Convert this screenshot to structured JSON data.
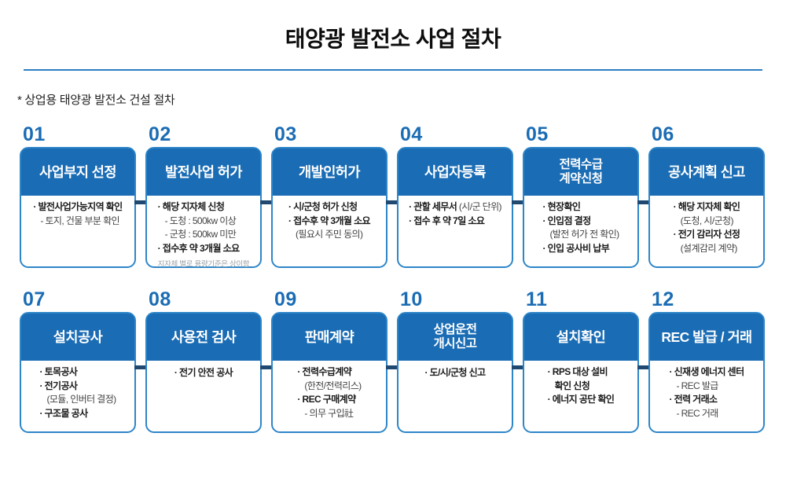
{
  "title": "태양광 발전소 사업 절차",
  "subtitle": "* 상업용 태양광 발전소 건설 절차",
  "colors": {
    "primary": "#1A6CB4",
    "border": "#2E86C8",
    "connector": "#1F4971",
    "underline": "#2E7FC1",
    "note": "#9AA0A6"
  },
  "steps": [
    {
      "num": "01",
      "title": "사업부지 선정",
      "lines": [
        {
          "t": "· 발전사업가능지역 확인",
          "s": "bold"
        },
        {
          "t": "- 토지, 건물 부분 확인",
          "s": "normal",
          "ind": 1
        }
      ]
    },
    {
      "num": "02",
      "title": "발전사업 허가",
      "lines": [
        {
          "t": "· 해당 지자체 신청",
          "s": "bold"
        },
        {
          "t": "- 도청 : 500kw 이상",
          "s": "normal",
          "ind": 1
        },
        {
          "t": "- 군청 : 500kw 미만",
          "s": "normal",
          "ind": 1
        },
        {
          "t": "· 접수후 약 3개월 소요",
          "s": "bold"
        },
        {
          "t": "지자체 별로 용량기준은 상이함",
          "s": "note"
        }
      ]
    },
    {
      "num": "03",
      "title": "개발인허가",
      "lines": [
        {
          "t": "· 시/군청 허가 신청",
          "s": "bold"
        },
        {
          "t": "· 접수후 약 3개월 소요",
          "s": "bold"
        },
        {
          "t": "(필요시 주민 동의)",
          "s": "normal",
          "ind": 1
        }
      ]
    },
    {
      "num": "04",
      "title": "사업자등록",
      "lines": [
        {
          "t": "· 관할 세무서 ",
          "tail": "(시/군 단위)",
          "s": "bold"
        },
        {
          "t": "· 접수 후 약 7일 소요",
          "s": "bold"
        }
      ]
    },
    {
      "num": "05",
      "title": "전력수급\n계약신청",
      "lines": [
        {
          "t": "· 현장확인",
          "s": "bold"
        },
        {
          "t": "· 인입점 결정",
          "s": "bold"
        },
        {
          "t": "(발전 허가 전 확인)",
          "s": "normal",
          "ind": 1
        },
        {
          "t": "· 인입 공사비 납부",
          "s": "bold"
        }
      ]
    },
    {
      "num": "06",
      "title": "공사계획 신고",
      "lines": [
        {
          "t": "· 해당 지자체 확인",
          "s": "bold"
        },
        {
          "t": "(도청, 시/군청)",
          "s": "normal",
          "ind": 1
        },
        {
          "t": "· 전기 감리자 선정",
          "s": "bold"
        },
        {
          "t": "(설계감리 계약)",
          "s": "normal",
          "ind": 1
        }
      ]
    },
    {
      "num": "07",
      "title": "설치공사",
      "lines": [
        {
          "t": "· 토목공사",
          "s": "bold"
        },
        {
          "t": "· 전기공사",
          "s": "bold"
        },
        {
          "t": "(모듈, 인버터 결정)",
          "s": "normal",
          "ind": 1
        },
        {
          "t": "· 구조물 공사",
          "s": "bold"
        }
      ]
    },
    {
      "num": "08",
      "title": "사용전 검사",
      "lines": [
        {
          "t": "· 전기 안전 공사",
          "s": "bold"
        }
      ]
    },
    {
      "num": "09",
      "title": "판매계약",
      "lines": [
        {
          "t": "· 전력수급계약",
          "s": "bold"
        },
        {
          "t": "(한전/전력리스)",
          "s": "normal",
          "ind": 1
        },
        {
          "t": "· REC 구매계약",
          "s": "bold"
        },
        {
          "t": "- 의무 구입社",
          "s": "normal",
          "ind": 1
        }
      ]
    },
    {
      "num": "10",
      "title": "상업운전\n개시신고",
      "lines": [
        {
          "t": "· 도/시/군청 신고",
          "s": "bold"
        }
      ]
    },
    {
      "num": "11",
      "title": "설치확인",
      "lines": [
        {
          "t": "· RPS 대상 설비",
          "s": "bold"
        },
        {
          "t": "확인 신청",
          "s": "bold",
          "ind": 1
        },
        {
          "t": "· 에너지 공단 확인",
          "s": "bold"
        }
      ]
    },
    {
      "num": "12",
      "title": "REC 발급 / 거래",
      "lines": [
        {
          "t": "· 신재생 에너지 센터",
          "s": "bold"
        },
        {
          "t": "- REC 발급",
          "s": "normal",
          "ind": 1
        },
        {
          "t": "· 전력 거래소",
          "s": "bold"
        },
        {
          "t": "- REC 거래",
          "s": "normal",
          "ind": 1
        }
      ]
    }
  ]
}
